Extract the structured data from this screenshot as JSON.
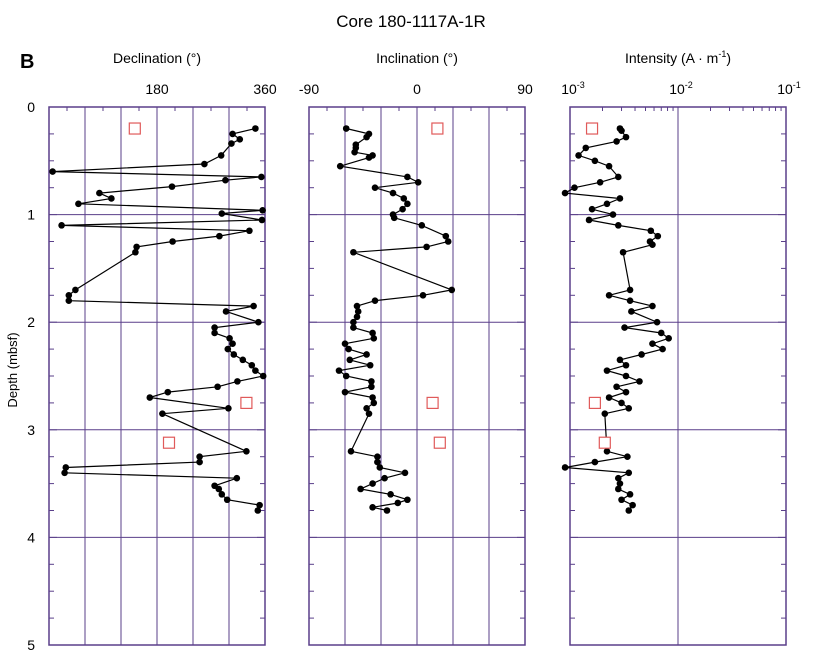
{
  "chart_data": {
    "type": "scatter",
    "title": "Core 180-1117A-1R",
    "panel_label": "B",
    "ylabel": "Depth (mbsf)",
    "ylim": [
      0,
      5
    ],
    "y_ticks": [
      "0",
      "1",
      "2",
      "3",
      "4",
      "5"
    ],
    "grid": true,
    "colors": {
      "grid": "#5a3f8a",
      "line": "#000000",
      "marker": "#000000",
      "open_square": "#e05a5a"
    },
    "panels": [
      {
        "id": "declination",
        "xlabel": "Declination (°)",
        "xlim": [
          0,
          360
        ],
        "x_ticks": [
          "180",
          "360"
        ],
        "x_tick_values": [
          180,
          360
        ],
        "series": [
          {
            "values": [
              [
                344,
                0.2
              ],
              [
                306,
                0.25
              ],
              [
                318,
                0.3
              ],
              [
                304,
                0.34
              ],
              [
                287,
                0.45
              ],
              [
                259,
                0.53
              ],
              [
                6,
                0.6
              ],
              [
                354,
                0.65
              ],
              [
                294,
                0.68
              ],
              [
                205,
                0.74
              ],
              [
                84,
                0.8
              ],
              [
                104,
                0.85
              ],
              [
                49,
                0.9
              ],
              [
                356,
                0.96
              ],
              [
                288,
                0.99
              ],
              [
                355,
                1.05
              ],
              [
                21,
                1.1
              ],
              [
                334,
                1.15
              ],
              [
                284,
                1.2
              ],
              [
                206,
                1.25
              ],
              [
                146,
                1.3
              ],
              [
                144,
                1.35
              ],
              [
                44,
                1.7
              ],
              [
                33,
                1.75
              ],
              [
                33,
                1.8
              ],
              [
                341,
                1.85
              ],
              [
                295,
                1.9
              ],
              [
                349,
                2.0
              ],
              [
                276,
                2.05
              ],
              [
                276,
                2.1
              ],
              [
                301,
                2.15
              ],
              [
                306,
                2.2
              ],
              [
                298,
                2.25
              ],
              [
                308,
                2.3
              ],
              [
                323,
                2.35
              ],
              [
                338,
                2.4
              ],
              [
                344,
                2.45
              ],
              [
                357,
                2.5
              ],
              [
                314,
                2.55
              ],
              [
                281,
                2.6
              ],
              [
                198,
                2.65
              ],
              [
                168,
                2.7
              ],
              [
                299,
                2.8
              ],
              [
                189,
                2.85
              ],
              [
                329,
                3.2
              ],
              [
                251,
                3.25
              ],
              [
                251,
                3.3
              ],
              [
                28,
                3.35
              ],
              [
                26,
                3.4
              ],
              [
                313,
                3.45
              ],
              [
                276,
                3.52
              ],
              [
                283,
                3.55
              ],
              [
                288,
                3.6
              ],
              [
                297,
                3.65
              ],
              [
                351,
                3.7
              ],
              [
                348,
                3.75
              ]
            ]
          }
        ],
        "open_squares": [
          [
            143,
            0.2
          ],
          [
            329,
            2.75
          ],
          [
            200,
            3.12
          ]
        ]
      },
      {
        "id": "inclination",
        "xlabel": "Inclination (°)",
        "xlim": [
          -90,
          90
        ],
        "x_ticks": [
          "-90",
          "0",
          "90"
        ],
        "x_tick_values": [
          -90,
          0,
          90
        ],
        "series": [
          {
            "values": [
              [
                -59,
                0.2
              ],
              [
                -40,
                0.25
              ],
              [
                -42,
                0.28
              ],
              [
                -51,
                0.35
              ],
              [
                -51,
                0.38
              ],
              [
                -52,
                0.42
              ],
              [
                -37,
                0.45
              ],
              [
                -40,
                0.47
              ],
              [
                -64,
                0.55
              ],
              [
                -8,
                0.65
              ],
              [
                1,
                0.7
              ],
              [
                -35,
                0.75
              ],
              [
                -20,
                0.8
              ],
              [
                -11,
                0.85
              ],
              [
                -8,
                0.9
              ],
              [
                -12,
                0.95
              ],
              [
                -20,
                1.0
              ],
              [
                -19,
                1.03
              ],
              [
                4,
                1.1
              ],
              [
                24,
                1.2
              ],
              [
                26,
                1.25
              ],
              [
                8,
                1.3
              ],
              [
                -53,
                1.35
              ],
              [
                29,
                1.7
              ],
              [
                5,
                1.75
              ],
              [
                -35,
                1.8
              ],
              [
                -50,
                1.85
              ],
              [
                -49,
                1.9
              ],
              [
                -50,
                1.95
              ],
              [
                -53,
                2.0
              ],
              [
                -53,
                2.05
              ],
              [
                -37,
                2.1
              ],
              [
                -36,
                2.15
              ],
              [
                -60,
                2.2
              ],
              [
                -57,
                2.25
              ],
              [
                -42,
                2.3
              ],
              [
                -56,
                2.35
              ],
              [
                -39,
                2.4
              ],
              [
                -65,
                2.45
              ],
              [
                -59,
                2.5
              ],
              [
                -38,
                2.55
              ],
              [
                -38,
                2.6
              ],
              [
                -60,
                2.65
              ],
              [
                -37,
                2.7
              ],
              [
                -36,
                2.75
              ],
              [
                -42,
                2.8
              ],
              [
                -40,
                2.85
              ],
              [
                -55,
                3.2
              ],
              [
                -33,
                3.25
              ],
              [
                -33,
                3.3
              ],
              [
                -31,
                3.35
              ],
              [
                -10,
                3.4
              ],
              [
                -27,
                3.45
              ],
              [
                -37,
                3.5
              ],
              [
                -47,
                3.55
              ],
              [
                -22,
                3.6
              ],
              [
                -8,
                3.65
              ],
              [
                -16,
                3.68
              ],
              [
                -37,
                3.72
              ],
              [
                -25,
                3.75
              ]
            ]
          }
        ],
        "open_squares": [
          [
            17,
            0.2
          ],
          [
            13,
            2.75
          ],
          [
            19,
            3.12
          ]
        ]
      },
      {
        "id": "intensity",
        "xlabel": "Intensity (A · m",
        "xlabel_sup": "-1",
        "xlabel_suffix": ")",
        "xscale": "log",
        "xlim": [
          0.001,
          0.1
        ],
        "x_ticks": [
          {
            "base": "10",
            "exp": "-3"
          },
          {
            "base": "10",
            "exp": "-2"
          },
          {
            "base": "10",
            "exp": "-1"
          }
        ],
        "x_tick_values": [
          0.001,
          0.01,
          0.1
        ],
        "series": [
          {
            "values": [
              [
                0.0029,
                0.2
              ],
              [
                0.003,
                0.22
              ],
              [
                0.0033,
                0.28
              ],
              [
                0.0027,
                0.32
              ],
              [
                0.0014,
                0.38
              ],
              [
                0.0012,
                0.45
              ],
              [
                0.0017,
                0.5
              ],
              [
                0.0023,
                0.55
              ],
              [
                0.0028,
                0.65
              ],
              [
                0.0019,
                0.7
              ],
              [
                0.0011,
                0.75
              ],
              [
                0.0009,
                0.8
              ],
              [
                0.0029,
                0.85
              ],
              [
                0.0022,
                0.9
              ],
              [
                0.0016,
                0.95
              ],
              [
                0.0025,
                1.0
              ],
              [
                0.0015,
                1.05
              ],
              [
                0.0028,
                1.1
              ],
              [
                0.0056,
                1.15
              ],
              [
                0.0065,
                1.2
              ],
              [
                0.0055,
                1.25
              ],
              [
                0.0058,
                1.28
              ],
              [
                0.0031,
                1.35
              ],
              [
                0.0036,
                1.7
              ],
              [
                0.0023,
                1.75
              ],
              [
                0.0036,
                1.8
              ],
              [
                0.0058,
                1.85
              ],
              [
                0.0037,
                1.9
              ],
              [
                0.0064,
                2.0
              ],
              [
                0.0032,
                2.05
              ],
              [
                0.007,
                2.1
              ],
              [
                0.0082,
                2.15
              ],
              [
                0.0058,
                2.2
              ],
              [
                0.0072,
                2.25
              ],
              [
                0.0046,
                2.3
              ],
              [
                0.0029,
                2.35
              ],
              [
                0.0033,
                2.4
              ],
              [
                0.0022,
                2.45
              ],
              [
                0.0033,
                2.5
              ],
              [
                0.0044,
                2.55
              ],
              [
                0.0027,
                2.6
              ],
              [
                0.0033,
                2.65
              ],
              [
                0.0023,
                2.7
              ],
              [
                0.003,
                2.75
              ],
              [
                0.0035,
                2.8
              ],
              [
                0.0021,
                2.85
              ],
              [
                0.0022,
                3.2
              ],
              [
                0.0034,
                3.25
              ],
              [
                0.0017,
                3.3
              ],
              [
                0.0009,
                3.35
              ],
              [
                0.0035,
                3.4
              ],
              [
                0.0028,
                3.45
              ],
              [
                0.0029,
                3.5
              ],
              [
                0.0028,
                3.55
              ],
              [
                0.0036,
                3.6
              ],
              [
                0.003,
                3.65
              ],
              [
                0.0038,
                3.7
              ],
              [
                0.0035,
                3.75
              ]
            ]
          }
        ],
        "open_squares": [
          [
            0.0016,
            0.2
          ],
          [
            0.0017,
            2.75
          ],
          [
            0.0021,
            3.12
          ]
        ]
      }
    ]
  }
}
